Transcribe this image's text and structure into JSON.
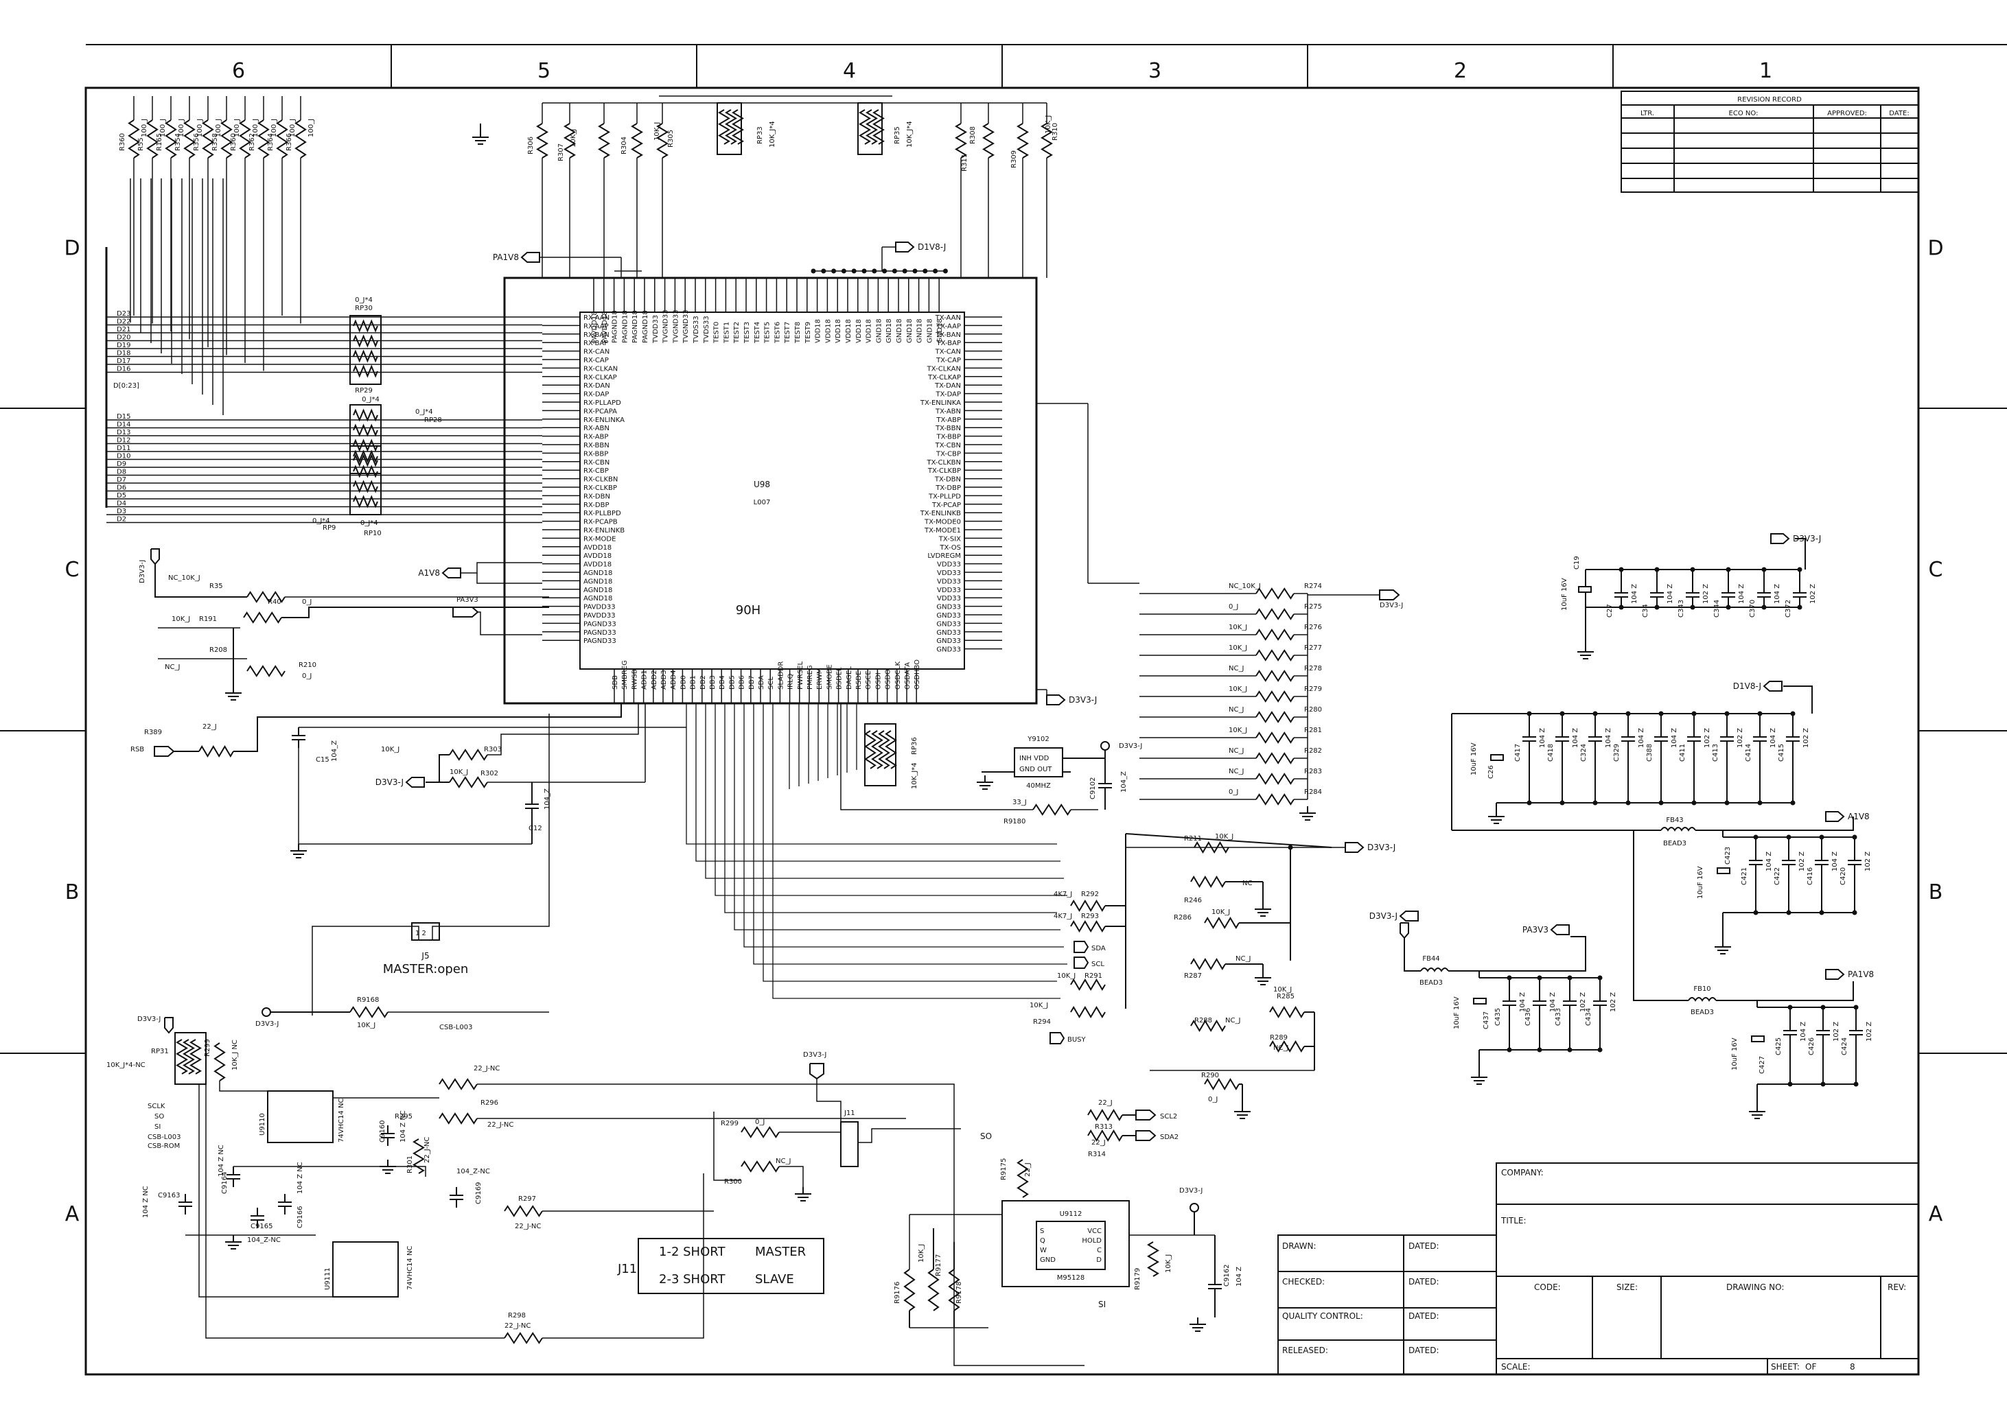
{
  "zones": {
    "columns": [
      "6",
      "5",
      "4",
      "3",
      "2",
      "1"
    ],
    "rows": [
      "D",
      "C",
      "B",
      "A"
    ]
  },
  "revision_record": {
    "title": "REVISION RECORD",
    "headers": [
      "LTR.",
      "ECO NO:",
      "APPROVED:",
      "DATE:"
    ]
  },
  "ic": {
    "ref": "U98",
    "part": "L007",
    "center": "90H",
    "left_pins": [
      "RX-AAN",
      "RX-AAP",
      "RX-BAN",
      "RX-BAP",
      "RX-CAN",
      "RX-CAP",
      "RX-CLKAN",
      "RX-CLKAP",
      "RX-DAN",
      "RX-DAP",
      "RX-PLLAPD",
      "RX-PCAPA",
      "RX-ENLINKA",
      "RX-ABN",
      "RX-ABP",
      "RX-BBN",
      "RX-BBP",
      "RX-CBN",
      "RX-CBP",
      "RX-CLKBN",
      "RX-CLKBP",
      "RX-DBN",
      "RX-DBP",
      "RX-PLLBPD",
      "RX-PCAPB",
      "RX-ENLINKB",
      "RX-MODE",
      "AVDD18",
      "AVDD18",
      "AVDD18",
      "AGND18",
      "AGND18",
      "AGND18",
      "AGND18",
      "PAVDD33",
      "PAVDD33",
      "PAGND33",
      "PAGND33",
      "PAGND33"
    ],
    "right_pins": [
      "TX-AAN",
      "TX-AAP",
      "TX-BAN",
      "TX-BAP",
      "TX-CAN",
      "TX-CAP",
      "TX-CLKAN",
      "TX-CLKAP",
      "TX-DAN",
      "TX-DAP",
      "TX-ENLINKA",
      "TX-ABN",
      "TX-ABP",
      "TX-BBN",
      "TX-BBP",
      "TX-CBN",
      "TX-CBP",
      "TX-CLKBN",
      "TX-CLKBP",
      "TX-DBN",
      "TX-DBP",
      "TX-PLLPD",
      "TX-PCAP",
      "TX-ENLINKB",
      "TX-MODE0",
      "TX-MODE1",
      "TX-SIX",
      "TX-OS",
      "LVDREGM",
      "VDD33",
      "VDD33",
      "VDD33",
      "VDD33",
      "VDD33",
      "GND33",
      "GND33",
      "GND33",
      "GND33",
      "GND33",
      "GND33"
    ],
    "top_pins": [
      "PAVDD18",
      "PAVDD18",
      "PAGND18",
      "PAGND18",
      "PAGND18",
      "PAGND18",
      "TVDD33",
      "TVGND33",
      "TVGND33",
      "TVGND33",
      "TVDS33",
      "TVDS33",
      "TEST0",
      "TEST1",
      "TEST2",
      "TEST3",
      "TEST4",
      "TEST5",
      "TEST6",
      "TEST7",
      "TEST8",
      "TEST9",
      "VDD18",
      "VDD18",
      "VDD18",
      "VDD18",
      "VDD18",
      "VDD18",
      "GND18",
      "GND18",
      "GND18",
      "GND18",
      "GND18",
      "GND18",
      "GND18"
    ],
    "bottom_pins": [
      "SDB",
      "SMBREG",
      "RWSB",
      "ADD1",
      "ADD2",
      "ADD3",
      "ADD4",
      "DB0",
      "DB1",
      "DB2",
      "DB3",
      "DB4",
      "DB5",
      "DB6",
      "DB7",
      "SDA",
      "SCL",
      "SLADDR",
      "IRLQ",
      "PWRSEL",
      "PMREG",
      "ERWM",
      "SMODE",
      "BSDEL",
      "DAGEL",
      "RSDE",
      "OSCE",
      "OSDI",
      "OSDO",
      "OSDCLK",
      "OSDATA",
      "OSDHBO"
    ]
  },
  "nets": {
    "pa1v8": "PA1V8",
    "d1v8": "D1V8-J",
    "a1v8": "A1V8",
    "pa3v3": "PA3V3",
    "d3v3": "D3V3-J",
    "rsb": "RSB",
    "dbus": "D[0:23]",
    "sda": "SDA",
    "scl": "SCL",
    "scl2": "SCL2",
    "sda2": "SDA2",
    "busy": "BUSY",
    "so": "SO",
    "si": "SI"
  },
  "bus_high": [
    "D23",
    "D22",
    "D21",
    "D20",
    "D19",
    "D18",
    "D17",
    "D16"
  ],
  "bus_low": [
    "D15",
    "D14",
    "D13",
    "D12",
    "D11",
    "D10",
    "D9",
    "D8",
    "D7",
    "D6",
    "D5",
    "D4",
    "D3",
    "D2"
  ],
  "top_resistors": [
    {
      "ref": "R360",
      "val": "100_J"
    },
    {
      "ref": "R55",
      "val": "100_J"
    },
    {
      "ref": "R165",
      "val": "100_J"
    },
    {
      "ref": "R354",
      "val": "100_J"
    },
    {
      "ref": "R356",
      "val": "100_J"
    },
    {
      "ref": "R358",
      "val": "100_J"
    },
    {
      "ref": "R360",
      "val": "100_J"
    },
    {
      "ref": "R362",
      "val": "100_J"
    },
    {
      "ref": "R364",
      "val": "100_J"
    },
    {
      "ref": "R366",
      "val": "100_J"
    }
  ],
  "top_mid": {
    "r306": "R306",
    "r307": "R307",
    "r304": "R304",
    "r305": "R305",
    "rp33": "RP33",
    "rp33_val": "10K_J*4",
    "rp35": "RP35",
    "rp35_val": "10K_J*4",
    "r311": "R311",
    "r308": "R308",
    "r309": "R309",
    "r310": "R310",
    "v10k": "10K_J"
  },
  "rpacks": {
    "rp30": "RP30",
    "rp29": "RP29",
    "rp28": "RP28",
    "rp9": "RP9",
    "rp10": "RP10",
    "val": "0_J*4"
  },
  "left_c": {
    "r35": "R35",
    "nc10k": "NC_10K_J",
    "r40": "R40",
    "zero": "0_J",
    "r191": "R191",
    "k10": "10K_J",
    "r208": "R208",
    "nc": "NC_J",
    "r210": "R210"
  },
  "reset": {
    "r389": "R389",
    "v22": "22_J",
    "c15": "C15",
    "v104": "104_Z",
    "r303": "R303",
    "r302": "R302",
    "k10": "10K_J",
    "c12": "C12"
  },
  "right_c": [
    {
      "ref": "R274",
      "val": "NC_10K_J"
    },
    {
      "ref": "R275",
      "val": "0_J"
    },
    {
      "ref": "R276",
      "val": "10K_J"
    },
    {
      "ref": "R277",
      "val": "10K_J"
    },
    {
      "ref": "R278",
      "val": "NC_J"
    },
    {
      "ref": "R279",
      "val": "10K_J"
    },
    {
      "ref": "R280",
      "val": "NC_J"
    },
    {
      "ref": "R281",
      "val": "10K_J"
    },
    {
      "ref": "R282",
      "val": "NC_J"
    },
    {
      "ref": "R283",
      "val": "NC_J"
    },
    {
      "ref": "R284",
      "val": "0_J"
    }
  ],
  "osc": {
    "ref": "Y9102",
    "p1": "INH VDD",
    "p2": "GND OUT",
    "freq": "40MHZ",
    "c9102": "C9102",
    "v104": "104_Z",
    "r9180": "R9180",
    "v33": "33_J",
    "rp36": "RP36",
    "rp36_val": "10K_J*4"
  },
  "caps_c": {
    "c19": "C19",
    "c19_val": "10uF 16V",
    "refs": [
      "C27",
      "C34",
      "C343",
      "C344",
      "C370",
      "C372"
    ],
    "vals": [
      "104 Z",
      "104 Z",
      "102 Z",
      "104 Z",
      "104 Z",
      "102 Z"
    ]
  },
  "caps_d1v8": {
    "c26": "C26",
    "c26_val": "10uF 16V",
    "refs": [
      "C417",
      "C418",
      "C324",
      "C329",
      "C388",
      "C411",
      "C413",
      "C414",
      "C415"
    ],
    "vals": [
      "104 Z",
      "104 Z",
      "104 Z",
      "104 Z",
      "104 Z",
      "102 Z",
      "102 Z",
      "104 Z",
      "102 Z"
    ]
  },
  "a1v8": {
    "fb": "FB43",
    "bead": "BEAD3",
    "c423": "C423",
    "c423_val": "10uF 16V",
    "refs": [
      "C421",
      "C422",
      "C416",
      "C420"
    ],
    "vals": [
      "104 Z",
      "102 Z",
      "104 Z",
      "102 Z"
    ]
  },
  "pa3v3": {
    "fb": "FB44",
    "bead": "BEAD3",
    "c437": "C437",
    "c437_val": "10uF 16V",
    "refs": [
      "C435",
      "C436",
      "C433",
      "C434"
    ],
    "vals": [
      "104 Z",
      "104 Z",
      "102 Z",
      "102 Z"
    ]
  },
  "pa1v8": {
    "fb": "FB10",
    "bead": "BEAD3",
    "c427": "C427",
    "c427_val": "10uF 16V",
    "refs": [
      "C425",
      "C426",
      "C424"
    ],
    "vals": [
      "104 Z",
      "102 Z",
      "102 Z"
    ]
  },
  "i2c": {
    "r211": "R211",
    "r246": "R246",
    "r286": "R286",
    "r287": "R287",
    "r292": "R292",
    "r293": "R293",
    "r291": "R291",
    "r294": "R294",
    "r285": "R285",
    "r288": "R288",
    "r289": "R289",
    "r290": "R290",
    "r313": "R313",
    "r314": "R314",
    "k10": "10K_J",
    "k47": "4K7_J",
    "nc": "NC",
    "ncj": "NC_J",
    "zero": "0_J",
    "v22": "22_J"
  },
  "jumpers": {
    "j5": "J5",
    "j5_pins": "1 2",
    "master": "MASTER:open",
    "j11": "J11",
    "table": [
      {
        "k": "1-2 SHORT",
        "v": "MASTER"
      },
      {
        "k": "2-3 SHORT",
        "v": "SLAVE"
      }
    ]
  },
  "flash": {
    "r9168": "R9168",
    "k10": "10K_J",
    "csb": "CSB-L003",
    "rp31": "RP31",
    "rp31_val": "10K_J*4-NC",
    "r299": "R299",
    "r299_val": "10K_J NC",
    "sclk": "SCLK",
    "so": "SO",
    "si": "SI",
    "csb_l003": "CSB-L003",
    "csb_rom": "CSB-ROM",
    "r295": "R295",
    "r295_val": "22_J-NC",
    "r296": "R296",
    "r296_val": "22_J-NC",
    "u9110": "U9110",
    "u9110_part": "74VHC14 NC",
    "c9160": "C9160",
    "c9160_val": "104 Z NC",
    "r301": "R301",
    "r301_val": "22_J-NC",
    "c9163": "C9163",
    "c9164": "C9164",
    "c9165": "C9165",
    "c9166": "C9166",
    "c9169": "C9169",
    "v104nc": "104_Z-NC",
    "v104znc": "104 Z NC",
    "u9111": "U9111",
    "u9111_part": "74VHC14 NC",
    "r297": "R297",
    "r297_val": "22_J-NC",
    "r298": "R298",
    "r298_val": "22_J-NC",
    "r299b": "R299",
    "r300": "R300",
    "zero": "0_J",
    "ncj": "NC_J"
  },
  "eeprom": {
    "ref": "U9112",
    "part": "M95128",
    "pins_l": [
      "S",
      "Q",
      "W",
      "GND"
    ],
    "pins_r": [
      "VCC",
      "HOLD",
      "C",
      "D"
    ],
    "r9175": "R9175",
    "r9176": "R9176",
    "r9177": "R9177",
    "r9178": "R9178",
    "r9179": "R9179",
    "c9162": "C9162",
    "k10": "10K_J",
    "v22": "22_J",
    "v104": "104 Z"
  },
  "title_block": {
    "company": "COMPANY:",
    "title": "TITLE:",
    "code": "CODE:",
    "size": "SIZE:",
    "drawing_no": "DRAWING NO:",
    "rev": "REV:",
    "scale": "SCALE:",
    "sheet": "SHEET:",
    "of": "OF",
    "of_num": "8",
    "drawn": "DRAWN:",
    "checked": "CHECKED:",
    "quality": "QUALITY CONTROL:",
    "released": "RELEASED:",
    "dated": "DATED:"
  }
}
